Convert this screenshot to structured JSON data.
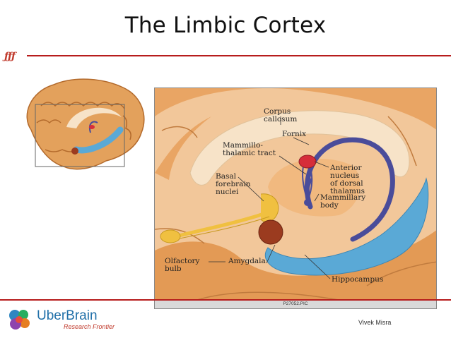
{
  "slide": {
    "title": "The Limbic Cortex",
    "accent_mark": "ƒƒƒ"
  },
  "figure": {
    "labels": {
      "corpus_callosum": "Corpus\ncallosum",
      "fornix": "Fornix",
      "mammillothalamic_tract": "Mammillo-\nthalamic tract",
      "anterior_nucleus": "Anterior\nnucleus\nof dorsal\nthalamus",
      "basal_forebrain": "Basal\nforebrain\nnuclei",
      "mammillary_body": "Mammillary\nbody",
      "olfactory_bulb": "Olfactory\nbulb",
      "amygdala": "Amygdala",
      "hippocampus": "Hippocampus"
    },
    "caption": "P27052.PIC"
  },
  "footer": {
    "brand": "UberBrain",
    "brand_sub": "Research Frontier",
    "author": "Vivek Misra"
  },
  "colors": {
    "rule": "#b71c1c",
    "brain_orange": "#e8a25a",
    "corpus": "#f7e3c8",
    "fornix": "#4a4c9a",
    "hippocampus": "#5aa9d6",
    "amygdala": "#9b3b1f",
    "olfactory": "#f0c040",
    "nucleus": "#d62d3a",
    "brand": "#1f6fa8"
  }
}
